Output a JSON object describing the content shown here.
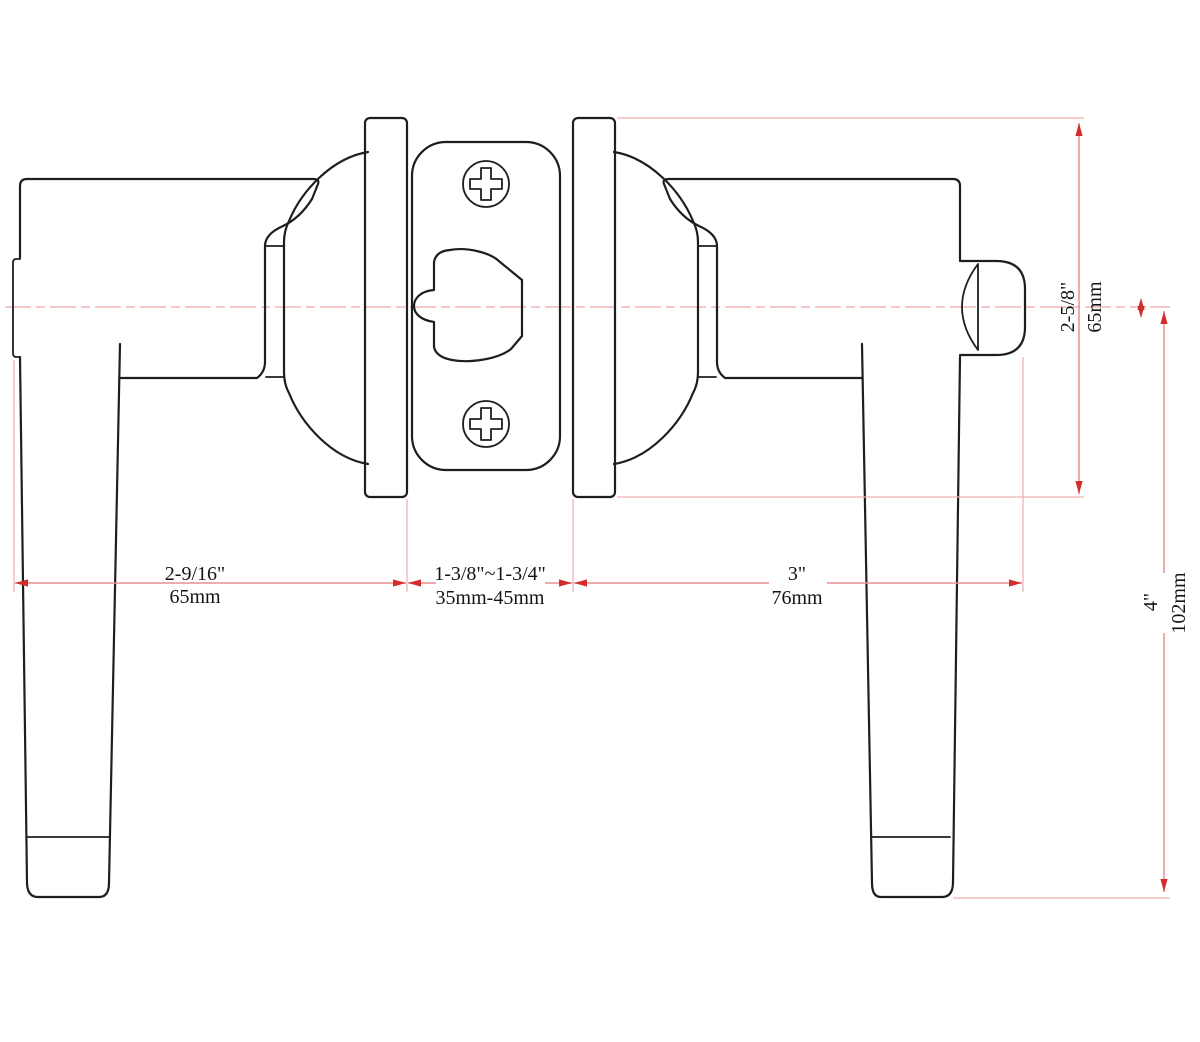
{
  "dimensions": {
    "bottom_left": {
      "inches": "2-9/16\"",
      "metric": "65mm"
    },
    "bottom_center": {
      "inches": "1-3/8\"~1-3/4\"",
      "metric": "35mm-45mm"
    },
    "bottom_right": {
      "inches": "3\"",
      "metric": "76mm"
    },
    "right_inner_vertical": {
      "inches": "2-5/8\"",
      "metric": "65mm"
    },
    "right_outer_vertical": {
      "inches": "4\"",
      "metric": "102mm"
    }
  },
  "colors": {
    "outline": "#1e1e1e",
    "dimension": "#e98f8f",
    "extension": "#f0b0b0",
    "centerline": "#efa7a7",
    "arrow": "#d22c2c",
    "text": "#141414",
    "background": "#ffffff"
  }
}
